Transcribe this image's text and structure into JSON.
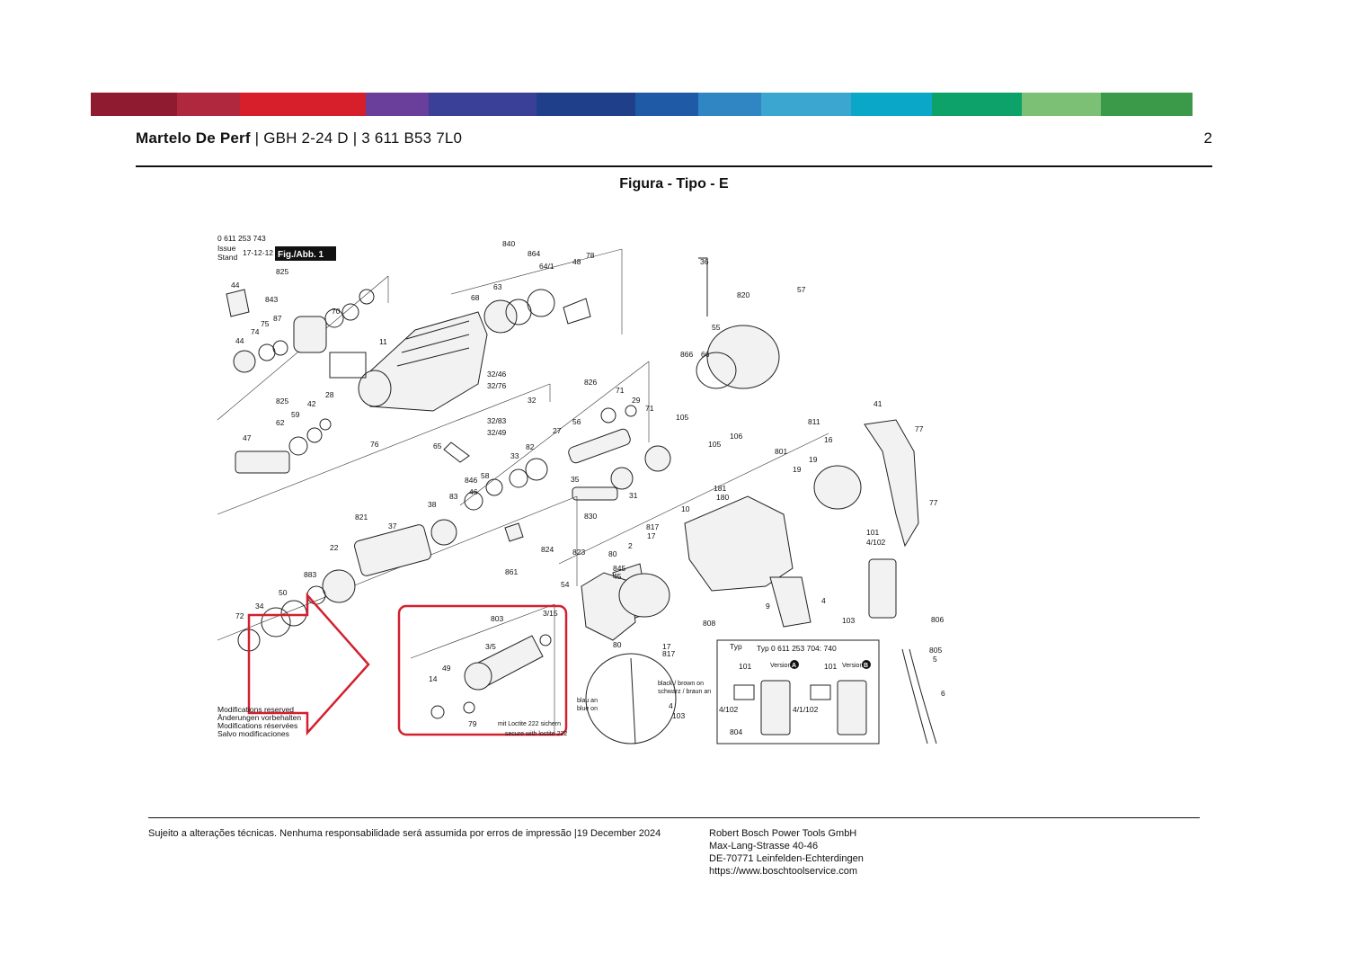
{
  "brand_colors": [
    "#8e1b2f",
    "#b0283e",
    "#d61f2b",
    "#6a3f9c",
    "#3a3f97",
    "#1f3f8a",
    "#1e5aa5",
    "#2f86c3",
    "#3ba6cf",
    "#0aa7c8",
    "#0da26a",
    "#7bc075",
    "#3a9a4a"
  ],
  "header": {
    "product": "Martelo De Perf",
    "model": "GBH 2-24 D",
    "part_number": "3 611 B53 7L0",
    "page": "2"
  },
  "figure_title": "Figura - Tipo - E",
  "diagram": {
    "doc_number": "0 611 253 743",
    "issue_label": "Issue",
    "stand_label": "Stand",
    "issue_date": "17-12-12",
    "fig_label": "Fig./Abb. 1",
    "modifications": [
      "Modifications reserved",
      "Änderungen vorbehalten",
      "Modifications réservées",
      "Salvo modificaciones"
    ],
    "loctite_note": "mit Loctite 222 sichern",
    "loctite_note_2": "secure with loctite 222",
    "typ_label": "Typ 0 611 253 704: 740",
    "version_a": "Version",
    "version_a_letter": "A",
    "version_b": "Version",
    "version_b_letter": "B",
    "wire_blue": "blau an",
    "wire_blue_2": "blue on",
    "wire_black": "black / brown on",
    "wire_black_2": "schwarz / braun an",
    "part_labels": [
      "840",
      "864",
      "64/1",
      "48",
      "78",
      "825",
      "44",
      "843",
      "87",
      "75",
      "74",
      "70",
      "68",
      "63",
      "44",
      "11",
      "36",
      "820",
      "57",
      "55",
      "66",
      "866",
      "32/46",
      "32/76",
      "32",
      "32/83",
      "32/49",
      "825",
      "42",
      "28",
      "59",
      "62",
      "47",
      "76",
      "65",
      "826",
      "71",
      "29",
      "71",
      "56",
      "27",
      "105",
      "105",
      "106",
      "41",
      "77",
      "811",
      "16",
      "801",
      "19",
      "19",
      "82",
      "33",
      "58",
      "846",
      "46",
      "83",
      "38",
      "35",
      "31",
      "830",
      "181",
      "180",
      "10",
      "77",
      "821",
      "37",
      "22",
      "817",
      "17",
      "101",
      "4/102",
      "824",
      "823",
      "80",
      "2",
      "861",
      "883",
      "50",
      "34",
      "72",
      "845",
      "45",
      "54",
      "803",
      "3/5",
      "3/15",
      "49",
      "14",
      "79",
      "80",
      "17",
      "817",
      "808",
      "9",
      "4",
      "103",
      "806",
      "805",
      "5",
      "6",
      "103",
      "4",
      "Typ",
      "101",
      "101",
      "4/102",
      "4/1/102",
      "804"
    ]
  },
  "footer": {
    "disclaimer": "Sujeito a alterações técnicas. Nenhuma responsabilidade será assumida por erros de impressão |19 December 2024",
    "company": "Robert Bosch Power Tools GmbH",
    "street": "Max-Lang-Strasse 40-46",
    "city": "DE-70771 Leinfelden-Echterdingen",
    "url": "https://www.boschtoolservice.com"
  }
}
